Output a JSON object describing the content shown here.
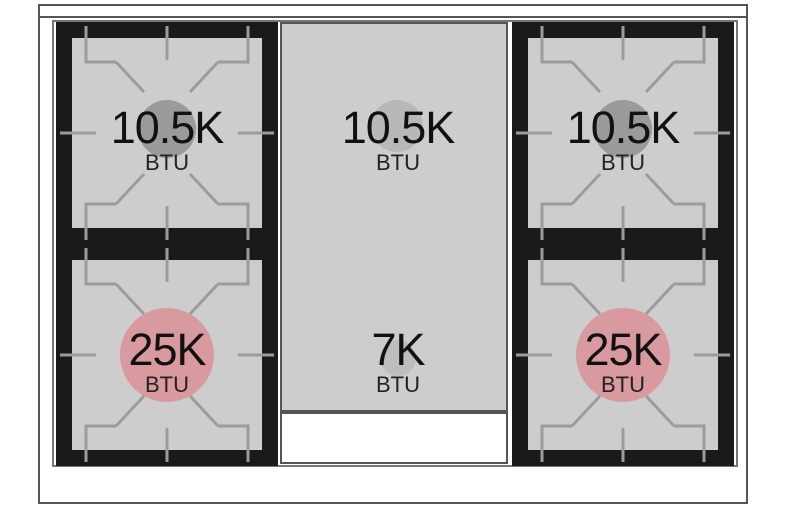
{
  "colors": {
    "grate": "#1a1a1a",
    "plate": "#cdcdcd",
    "cap_standard": "#9a9a9a",
    "cap_power": "#d99a9f"
  },
  "burners": {
    "top_left": {
      "rating": "10.5K",
      "unit": "BTU"
    },
    "top_center": {
      "rating": "10.5K",
      "unit": "BTU"
    },
    "top_right": {
      "rating": "10.5K",
      "unit": "BTU"
    },
    "bottom_left": {
      "rating": "25K",
      "unit": "BTU"
    },
    "bottom_center": {
      "rating": "7K",
      "unit": "BTU"
    },
    "bottom_right": {
      "rating": "25K",
      "unit": "BTU"
    }
  }
}
